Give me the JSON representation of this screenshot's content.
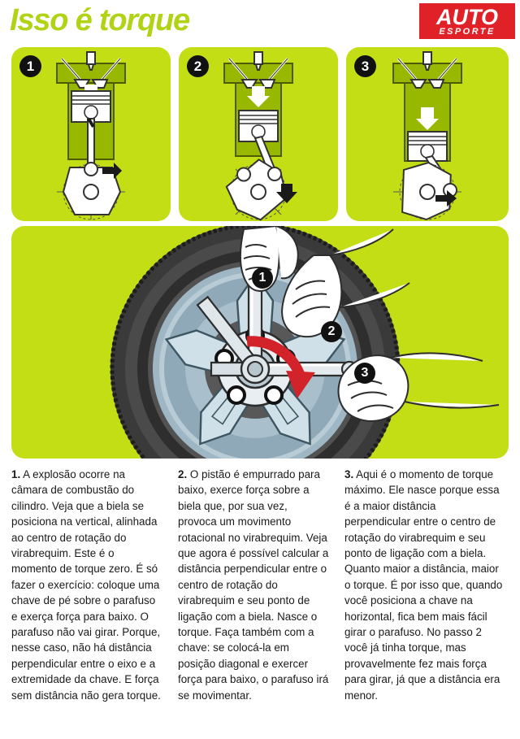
{
  "header": {
    "title": "Isso é torque",
    "logo": {
      "primary": "AUTO",
      "secondary": "ESPORTE",
      "color": "#e02128"
    }
  },
  "theme": {
    "panel_green": "#c3de14",
    "title_green": "#b0d316",
    "badge_black": "#111111",
    "arrow_red": "#d3232a"
  },
  "panels": [
    {
      "badge": "1",
      "name": "engine-cylinder-step-1",
      "description": "Cilindro com pistão no topo, biela na vertical alinhada ao centro de rotação do virabrequim, seta branca para baixo"
    },
    {
      "badge": "2",
      "name": "engine-cylinder-step-2",
      "description": "Pistão empurrado para baixo, biela inclinada, virabrequim girado, seta branca para baixo"
    },
    {
      "badge": "3",
      "name": "engine-cylinder-step-3",
      "description": "Pistão na parte baixa do curso, biela inclinada no momento de torque máximo"
    }
  ],
  "main_illustration": {
    "name": "wheel-wrench-illustration",
    "description": "Roda de automóvel com chave de roda em cruz sendo girada por mãos, seta vermelha indicando rotação",
    "callouts": [
      "1",
      "2",
      "3"
    ]
  },
  "text_columns": [
    {
      "number": "1.",
      "body": " A explosão ocorre na câmara de combustão do cilindro. Veja que a biela se posiciona na vertical, alinhada ao centro de rotação do virabrequim. Este é o momento de torque zero. É só fazer o exercício: coloque uma chave de pé sobre o parafuso e exerça força para baixo. O parafuso não vai girar. Porque, nesse caso, não há distância perpendicular entre o eixo e a extremidade da chave. E força sem distância não gera torque."
    },
    {
      "number": "2.",
      "body": " O pistão é empurrado para baixo, exerce força sobre a biela que, por sua vez, provoca um movimento rotacional no virabrequim. Veja que agora é possível calcular a distância perpendicular entre o centro de rotação do virabrequim e seu ponto de ligação com a biela. Nasce o torque. Faça também com a chave: se colocá-la em posição diagonal e exercer força para baixo, o parafuso irá se movimentar."
    },
    {
      "number": "3.",
      "body": " Aqui é o momento de torque máximo. Ele nasce porque essa é a maior distância perpendicular entre o centro de rotação do virabrequim e seu ponto de ligação com a biela. Quanto maior a distância, maior o torque. É por isso que, quando você posiciona a chave na horizontal, fica bem mais fácil girar o parafuso. No passo 2 você já tinha torque, mas provavelmente fez mais força para girar, já que a distância era menor."
    }
  ]
}
